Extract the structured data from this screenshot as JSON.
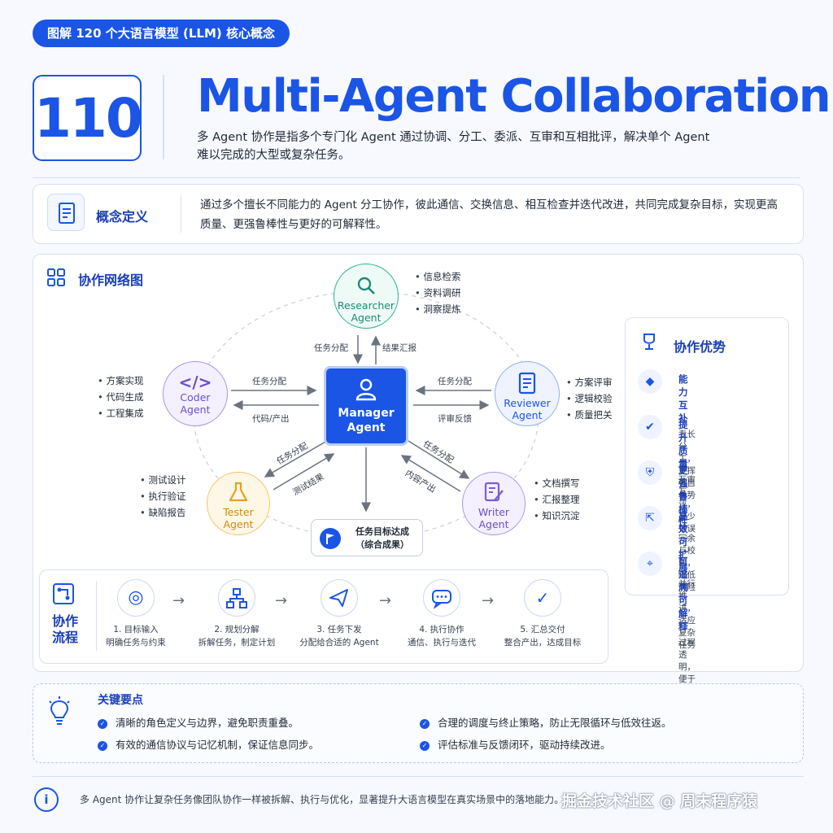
{
  "header": {
    "series": "图解 120 个大语言模型 (LLM) 核心概念",
    "number": "110",
    "title": "Multi-Agent Collaboration",
    "subtitle": "多 Agent 协作是指多个专门化 Agent 通过协调、分工、委派、互审和互相批评，解决单个 Agent 难以完成的大型或复杂任务。"
  },
  "definition": {
    "label": "概念定义",
    "text": "通过多个擅长不同能力的 Agent 分工协作，彼此通信、交换信息、相互检查并迭代改进，共同完成复杂目标，实现更高质量、更强鲁棒性与更好的可解释性。"
  },
  "network": {
    "title": "协作网络图",
    "manager": {
      "line1": "Manager",
      "line2": "Agent"
    },
    "researcher": {
      "line1": "Researcher",
      "line2": "Agent",
      "bullets": [
        "信息检索",
        "资料调研",
        "洞察提炼"
      ]
    },
    "coder": {
      "line1": "Coder",
      "line2": "Agent",
      "bullets": [
        "方案实现",
        "代码生成",
        "工程集成"
      ]
    },
    "reviewer": {
      "line1": "Reviewer",
      "line2": "Agent",
      "bullets": [
        "方案评审",
        "逻辑校验",
        "质量把关"
      ]
    },
    "tester": {
      "line1": "Tester",
      "line2": "Agent",
      "bullets": [
        "测试设计",
        "执行验证",
        "缺陷报告"
      ]
    },
    "writer": {
      "line1": "Writer",
      "line2": "Agent",
      "bullets": [
        "文档撰写",
        "汇报整理",
        "知识沉淀"
      ]
    },
    "edges": {
      "res_down": "任务分配",
      "res_up": "结果汇报",
      "coder_to": "任务分配",
      "coder_from": "代码/产出",
      "rev_to": "任务分配",
      "rev_from": "评审反馈",
      "test_to": "任务分配",
      "test_from": "测试结果",
      "writer_to": "任务分配",
      "writer_from": "内容产出"
    },
    "goal": {
      "line1": "任务目标达成",
      "line2": "（综合成果）"
    }
  },
  "advantages": {
    "title": "协作优势",
    "items": [
      {
        "title": "能力互补",
        "desc": "专长分工，发挥各自优势"
      },
      {
        "title": "提升质量",
        "desc": "互审互评，减少错误"
      },
      {
        "title": "更强鲁棒性",
        "desc": "冗余与校验，降低风险"
      },
      {
        "title": "高效可扩展",
        "desc": "并行推进，适应复杂任务"
      },
      {
        "title": "可追溯可解释",
        "desc": "过程透明，便于审计复盘"
      }
    ]
  },
  "flow": {
    "label1": "协作",
    "label2": "流程",
    "steps": [
      {
        "title": "1. 目标输入",
        "desc": "明确任务与约束"
      },
      {
        "title": "2. 规划分解",
        "desc": "拆解任务，制定计划"
      },
      {
        "title": "3. 任务下发",
        "desc": "分配给合适的 Agent"
      },
      {
        "title": "4. 执行协作",
        "desc": "通信、执行与迭代"
      },
      {
        "title": "5. 汇总交付",
        "desc": "整合产出，达成目标"
      }
    ]
  },
  "key_points": {
    "title": "关键要点",
    "items": [
      "清晰的角色定义与边界，避免职责重叠。",
      "合理的调度与终止策略，防止无限循环与低效往返。",
      "有效的通信协议与记忆机制，保证信息同步。",
      "评估标准与反馈闭环，驱动持续改进。"
    ]
  },
  "footer": {
    "text": "多 Agent 协作让复杂任务像团队协作一样被拆解、执行与优化，显著提升大语言模型在真实场景中的落地能力。",
    "watermark": "掘金技术社区 @ 周末程序猿"
  },
  "colors": {
    "primary": "#1a55e6",
    "researcher": "#2bb39a",
    "coder": "#7b5cd6",
    "reviewer": "#1a55e6",
    "tester": "#e8a020",
    "writer": "#7b5cd6"
  }
}
